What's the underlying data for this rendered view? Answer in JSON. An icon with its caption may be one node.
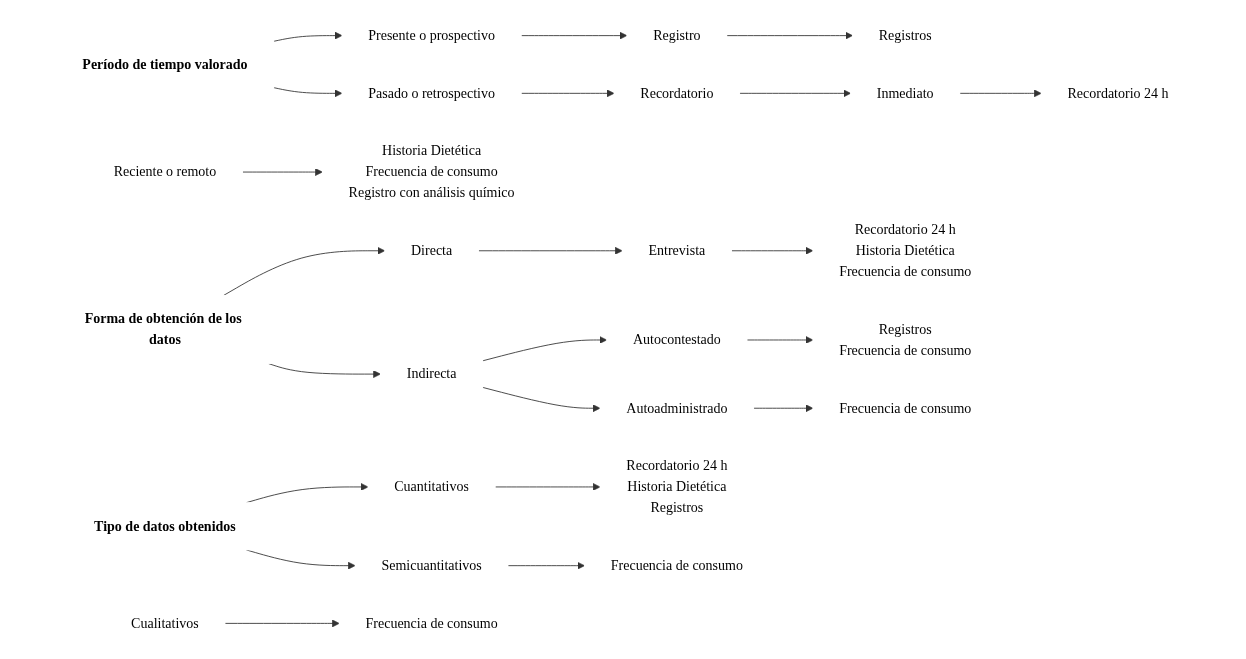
{
  "diagram": {
    "nodes": [
      {
        "text": [
          "Período de tiempo valorado"
        ]
      },
      {
        "text": [
          "Presente o prospectivo"
        ]
      },
      {
        "text": [
          "Registro"
        ]
      },
      {
        "text": [
          "Registros"
        ]
      },
      {
        "text": [
          "Pasado o retrospectivo"
        ]
      },
      {
        "text": [
          "Recordatorio"
        ]
      },
      {
        "text": [
          "Inmediato"
        ]
      },
      {
        "text": [
          "Recordatorio 24 h"
        ]
      },
      {
        "text": [
          "Reciente o remoto"
        ]
      },
      {
        "text": [
          "Historia Dietética",
          "Frecuencia de consumo",
          "Registro con análisis químico"
        ]
      },
      {
        "text": [
          "Forma de obtención de los datos"
        ]
      },
      {
        "text": [
          "Directa"
        ]
      },
      {
        "text": [
          "Entrevista"
        ]
      },
      {
        "text": [
          "Recordatorio 24 h",
          "Historia Dietética",
          "Frecuencia de consumo"
        ]
      },
      {
        "text": [
          "Indirecta"
        ]
      },
      {
        "text": [
          "Autocontestado"
        ]
      },
      {
        "text": [
          "Registros",
          "Frecuencia de consumo"
        ]
      },
      {
        "text": [
          "Autoadministrado"
        ]
      },
      {
        "text": [
          "Frecuencia de consumo"
        ]
      },
      {
        "text": [
          "Tipo de datos obtenidos"
        ]
      },
      {
        "text": [
          "Cuantitativos"
        ]
      },
      {
        "text": [
          "Recordatorio 24 h",
          "Historia Dietética",
          "Registros"
        ]
      },
      {
        "text": [
          "Semicuantitativos"
        ]
      },
      {
        "text": [
          "Frecuencia de consumo"
        ]
      },
      {
        "text": [
          "Cualitativos"
        ]
      },
      {
        "text": [
          "Frecuencia de consumo"
        ]
      }
    ],
    "edges": [
      {
        "from": 0,
        "to": 1,
        "arrow": "to"
      },
      {
        "from": 0,
        "to": 4,
        "arrow": "to"
      },
      {
        "from": 1,
        "to": 2,
        "arrow": "to"
      },
      {
        "from": 2,
        "to": 3,
        "arrow": "to"
      },
      {
        "from": 4,
        "to": 5,
        "arrow": "to"
      },
      {
        "from": 5,
        "to": 6,
        "arrow": "to"
      },
      {
        "from": 6,
        "to": 7,
        "arrow": "to"
      },
      {
        "from": 8,
        "to": 9,
        "arrow": "to"
      },
      {
        "from": 10,
        "to": 11,
        "arrow": "to"
      },
      {
        "from": 10,
        "to": 14,
        "arrow": "to"
      },
      {
        "from": 11,
        "to": 12,
        "arrow": "to"
      },
      {
        "from": 12,
        "to": 13,
        "arrow": "to"
      },
      {
        "from": 14,
        "to": 15,
        "arrow": "to"
      },
      {
        "from": 14,
        "to": 17,
        "arrow": "to"
      },
      {
        "from": 15,
        "to": 16,
        "arrow": "to"
      },
      {
        "from": 17,
        "to": 18,
        "arrow": "to"
      },
      {
        "from": 19,
        "to": 20,
        "arrow": "to"
      },
      {
        "from": 19,
        "to": 22,
        "arrow": "to"
      },
      {
        "from": 20,
        "to": 21,
        "arrow": "to"
      },
      {
        "from": 22,
        "to": 23,
        "arrow": "to"
      },
      {
        "from": 24,
        "to": 25,
        "arrow": "to"
      }
    ]
  }
}
